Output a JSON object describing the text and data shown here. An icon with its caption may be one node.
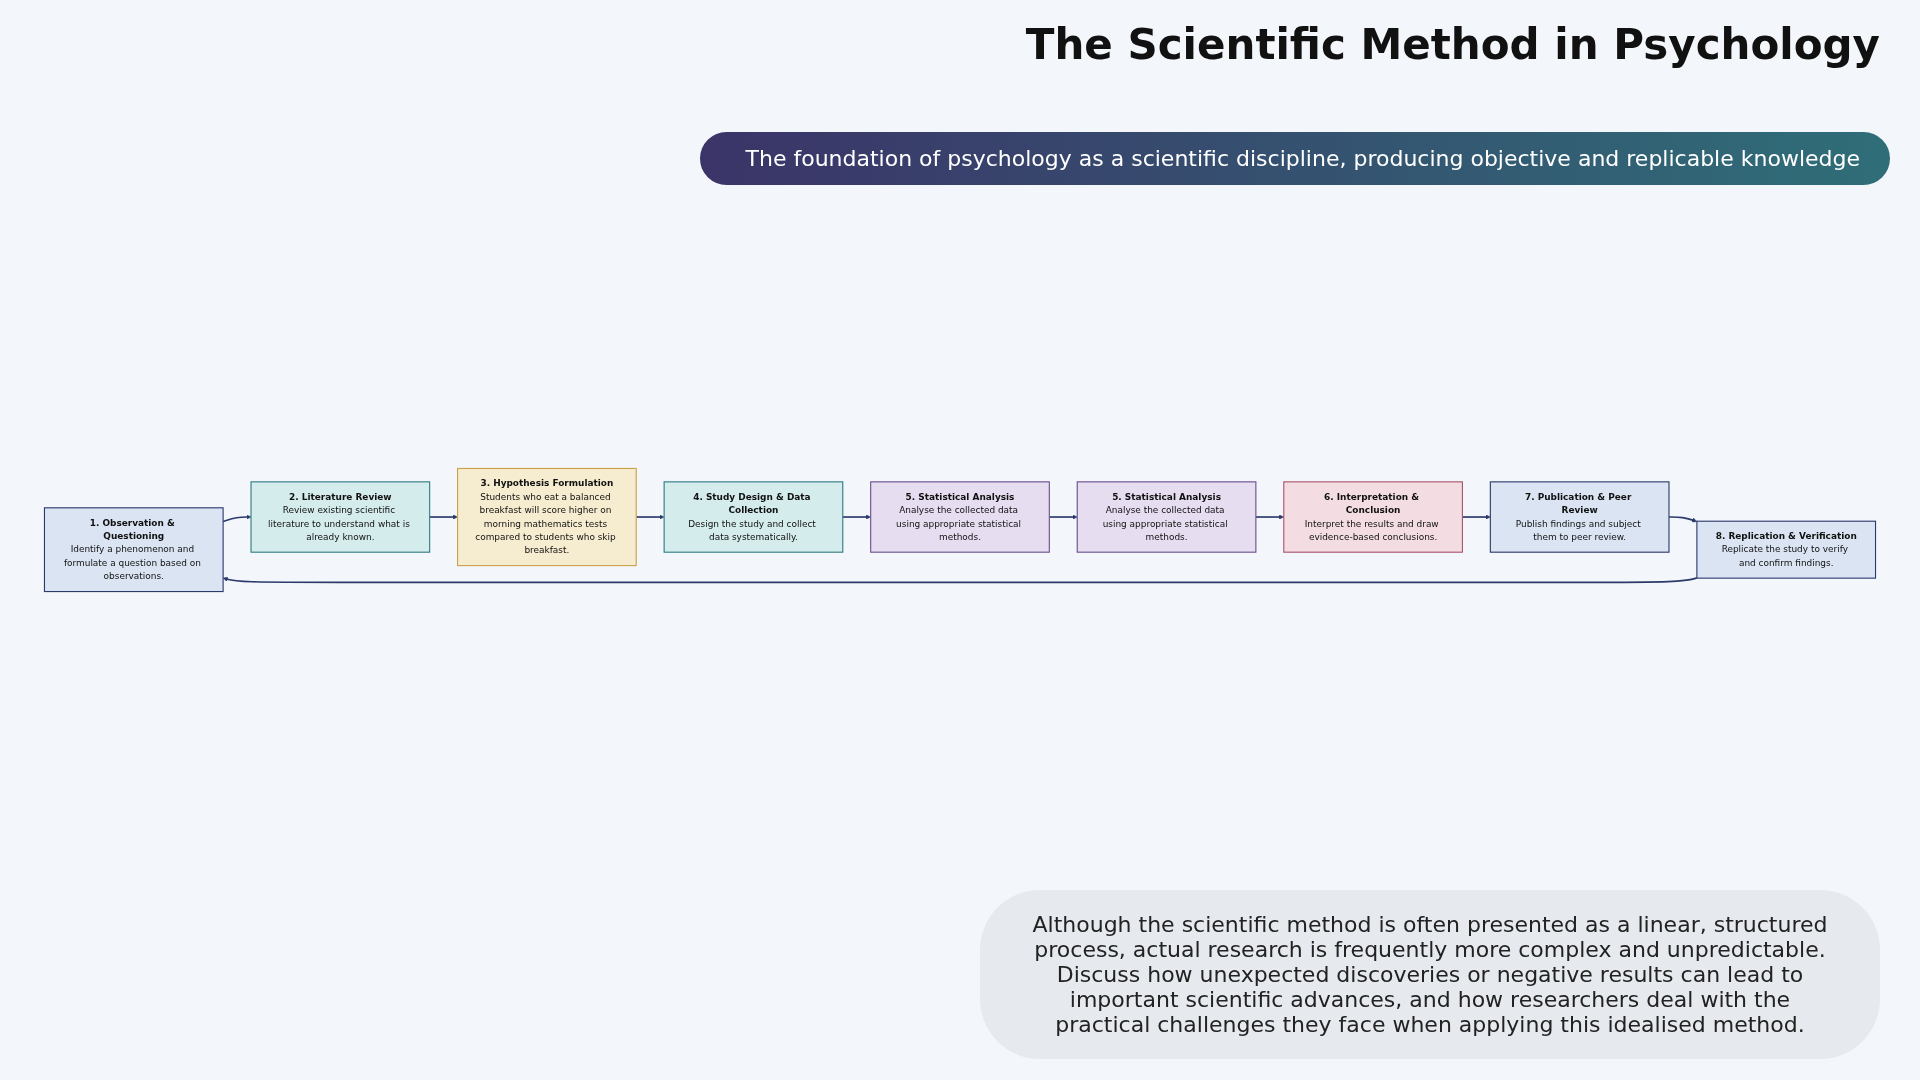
{
  "diagram": {
    "title": "The Scientific Method in Psychology",
    "caption": "The foundation of psychology as a scientific discipline, producing objective and replicable knowledge",
    "nodes": [
      {
        "text": [
          "1. Observation & Questioning",
          "Identify a phenomenon and formulate a question based on observations."
        ]
      },
      {
        "text": [
          "2. Literature Review",
          "Review existing scientific literature to understand what is already known."
        ]
      },
      {
        "text": [
          "3. Hypothesis Formulation",
          "Students who eat a balanced breakfast will score higher on morning mathematics tests compared to students who skip breakfast."
        ]
      },
      {
        "text": [
          "4. Study Design & Data Collection",
          "Design the study and collect data systematically."
        ]
      },
      {
        "text": [
          "5. Statistical Analysis",
          "Analyse the collected data using appropriate statistical methods."
        ]
      },
      {
        "text": [
          "5. Statistical Analysis",
          "Analyse the collected data using appropriate statistical methods."
        ]
      },
      {
        "text": [
          "6. Interpretation & Conclusion",
          "Interpret the results and draw evidence-based conclusions."
        ]
      },
      {
        "text": [
          "7. Publication & Peer Review",
          "Publish findings and subject them to peer review."
        ]
      },
      {
        "text": [
          "8. Replication & Verification",
          "Replicate the study to verify and confirm findings."
        ]
      }
    ],
    "edges": [
      {
        "from": 0,
        "to": 1,
        "arrow": "to"
      },
      {
        "from": 1,
        "to": 2,
        "arrow": "to"
      },
      {
        "from": 2,
        "to": 3,
        "arrow": "to"
      },
      {
        "from": 3,
        "to": 4,
        "arrow": "to"
      },
      {
        "from": 4,
        "to": 5,
        "arrow": "to"
      },
      {
        "from": 5,
        "to": 6,
        "arrow": "to"
      },
      {
        "from": 6,
        "to": 7,
        "arrow": "to"
      },
      {
        "from": 7,
        "to": 8,
        "arrow": "to"
      },
      {
        "from": 8,
        "to": 0,
        "arrow": "to"
      }
    ],
    "labels": [
      "Although the scientific method is often presented as a linear, structured process, actual research is frequently more complex and unpredictable. Discuss how unexpected discoveries or negative results can lead to important scientific advances, and how researchers deal with the practical challenges they face when applying this idealised method."
    ]
  }
}
